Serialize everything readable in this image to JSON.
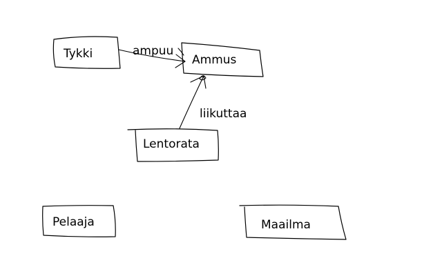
{
  "diagram": {
    "nodes": [
      {
        "id": "tykki",
        "label": "Tykki"
      },
      {
        "id": "ammus",
        "label": "Ammus"
      },
      {
        "id": "lentorata",
        "label": "Lentorata"
      },
      {
        "id": "pelaaja",
        "label": "Pelaaja"
      },
      {
        "id": "maailma",
        "label": "Maailma"
      }
    ],
    "edges": [
      {
        "from": "tykki",
        "to": "ammus",
        "label": "ampuu"
      },
      {
        "from": "lentorata",
        "to": "ammus",
        "label": "liikuttaa"
      }
    ]
  }
}
